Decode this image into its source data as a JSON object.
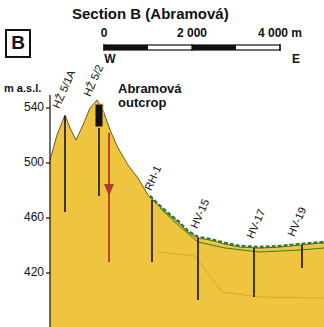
{
  "diagram": {
    "title": "Section B (Abramová)",
    "nodes": [
      {
        "text": [
          "B"
        ]
      }
    ],
    "labels": [
      "0",
      "2 000",
      "4 000 m",
      "W",
      "E",
      "m a.s.l.",
      "540",
      "500",
      "460",
      "420",
      "Abramová outcrop",
      "HŽ 5/1A",
      "HŽ 5/2",
      "RH-1",
      "HV-15",
      "HV-17",
      "HV-19"
    ]
  }
}
